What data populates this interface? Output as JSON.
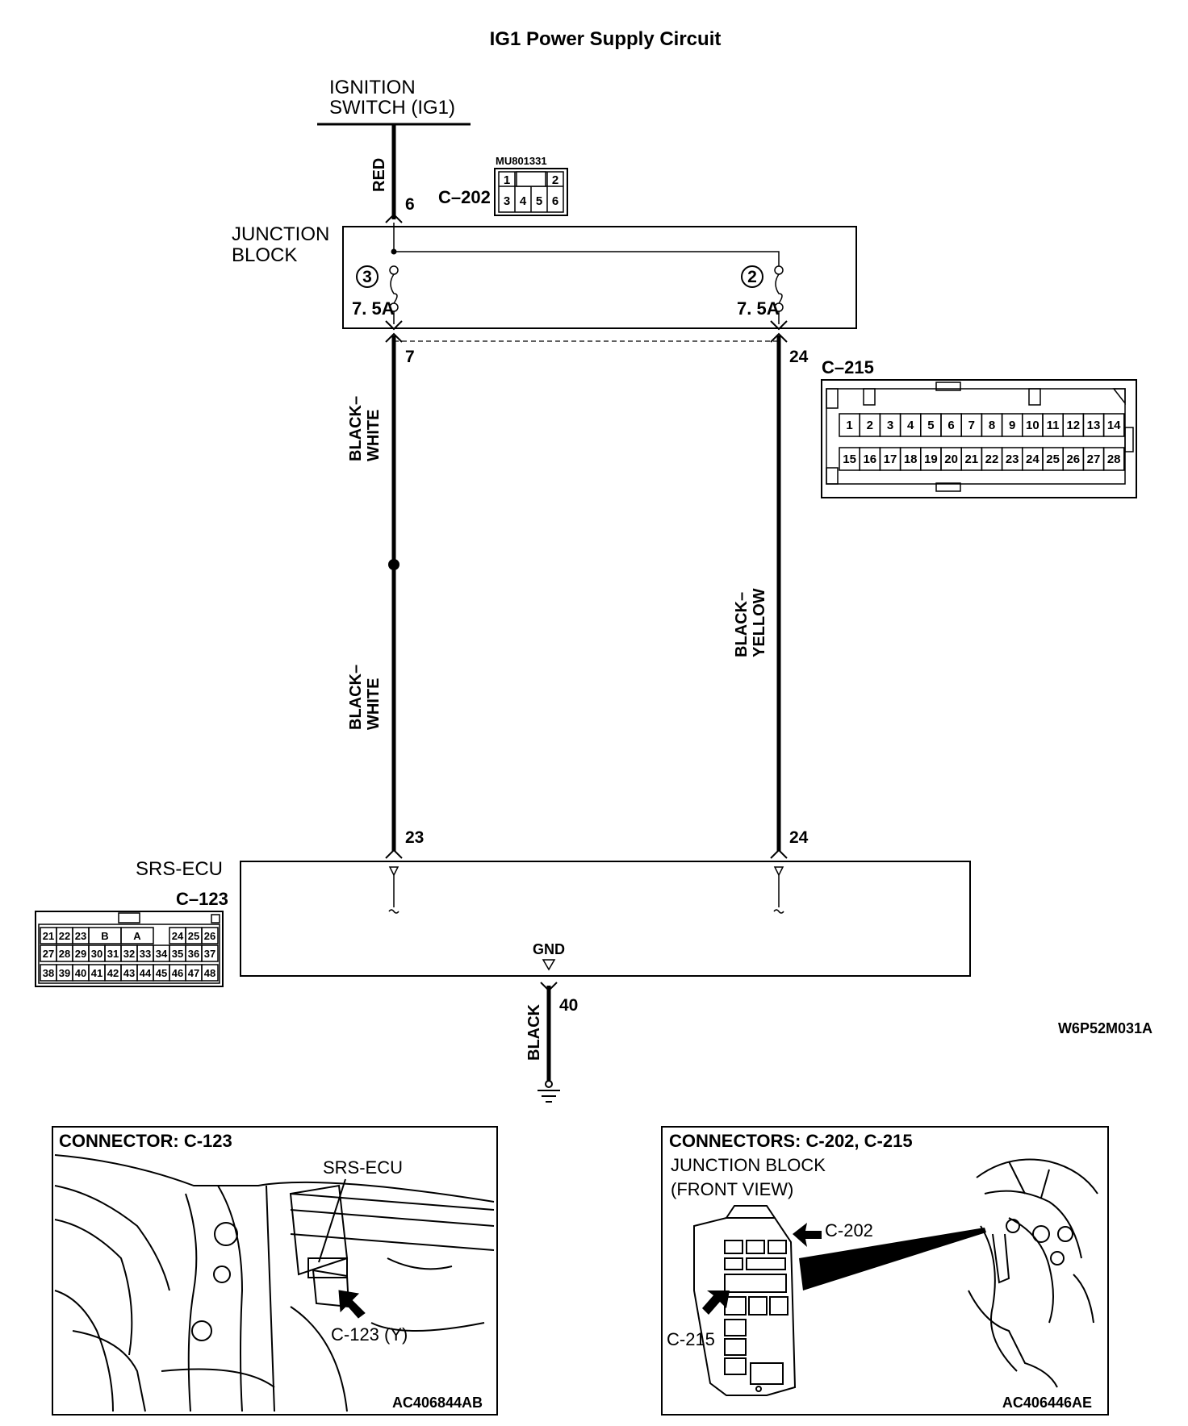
{
  "diagram": {
    "title": "IG1 Power Supply Circuit",
    "ignition_switch": {
      "line1": "IGNITION",
      "line2": "SWITCH (IG1)"
    },
    "wires": {
      "red": "RED",
      "black_white": "BLACK–\nWHITE",
      "black_yellow": "BLACK–\nYELLOW",
      "black": "BLACK"
    },
    "pins": {
      "c202_pin": "6",
      "jb_out_left": "7",
      "jb_out_right": "24",
      "ecu_in_left": "23",
      "ecu_in_right": "24",
      "ecu_gnd": "40"
    },
    "connectors": {
      "c202": {
        "label": "C–202",
        "part_no": "MU801331",
        "top_row": [
          "1",
          "2"
        ],
        "bottom_row": [
          "3",
          "4",
          "5",
          "6"
        ]
      },
      "c215": {
        "label": "C–215",
        "row1": [
          "1",
          "2",
          "3",
          "4",
          "5",
          "6",
          "7",
          "8",
          "9",
          "10",
          "11",
          "12",
          "13",
          "14"
        ],
        "row2": [
          "15",
          "16",
          "17",
          "18",
          "19",
          "20",
          "21",
          "22",
          "23",
          "24",
          "25",
          "26",
          "27",
          "28"
        ]
      },
      "c123": {
        "label": "C–123",
        "row1_left": [
          "21",
          "22",
          "23"
        ],
        "row1_mid": [
          "B",
          "A"
        ],
        "row1_right": [
          "24",
          "25",
          "26"
        ],
        "row2": [
          "27",
          "28",
          "29",
          "30",
          "31",
          "32",
          "33",
          "34",
          "35",
          "36",
          "37"
        ],
        "row3": [
          "38",
          "39",
          "40",
          "41",
          "42",
          "43",
          "44",
          "45",
          "46",
          "47",
          "48"
        ]
      }
    },
    "junction_block": {
      "line1": "JUNCTION",
      "line2": "BLOCK",
      "fuse_left": {
        "number": "3",
        "rating": "7. 5A"
      },
      "fuse_right": {
        "number": "2",
        "rating": "7. 5A"
      }
    },
    "srs_ecu": {
      "label": "SRS-ECU",
      "gnd": "GND"
    },
    "figure_id": "W6P52M031A"
  },
  "panel_left": {
    "title": "CONNECTOR: C-123",
    "component": "SRS-ECU",
    "pointer": "C-123 (Y)",
    "ref": "AC406844AB"
  },
  "panel_right": {
    "title": "CONNECTORS: C-202, C-215",
    "line1": "JUNCTION BLOCK",
    "line2": "(FRONT VIEW)",
    "pointer_top": "C-202",
    "pointer_bottom": "C-215",
    "ref": "AC406446AE"
  }
}
